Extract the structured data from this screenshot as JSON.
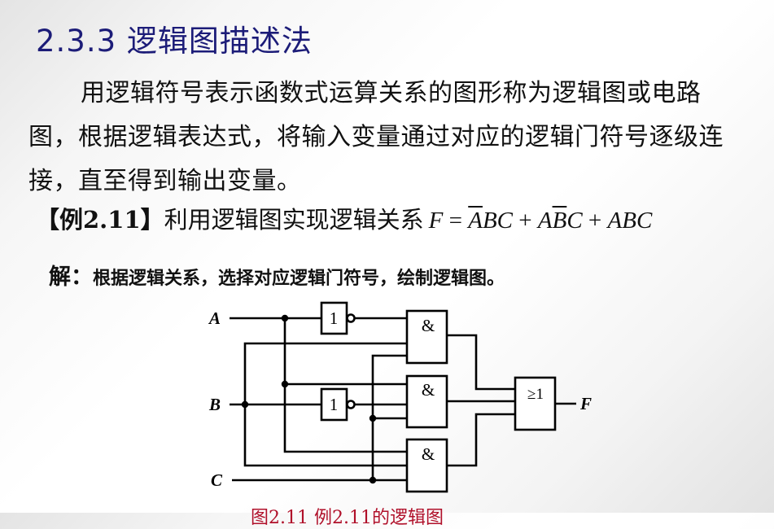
{
  "header": {
    "title": "2.3.3 逻辑图描述法"
  },
  "intro": {
    "paragraph": "用逻辑符号表示函数式运算关系的图形称为逻辑图或电路图，根据逻辑表达式，将输入变量通过对应的逻辑门符号逐级连接，直至得到输出变量。"
  },
  "example": {
    "tag": "【例2.11】",
    "text": "利用逻辑图实现逻辑关系",
    "formula": {
      "lhs": "F",
      "eq": " = ",
      "terms": [
        {
          "bar": "A",
          "rest": "BC"
        },
        {
          "pre": "A",
          "bar": "B",
          "rest": "C"
        },
        {
          "rest": "ABC"
        }
      ],
      "plus": " + "
    }
  },
  "solution": {
    "label": "解：",
    "text": "根据逻辑关系，选择对应逻辑门符号，绘制逻辑图。"
  },
  "diagram": {
    "inputs": [
      "A",
      "B",
      "C"
    ],
    "output": "F",
    "gates": {
      "not1": "1",
      "not2": "1",
      "and1": "&",
      "and2": "&",
      "and3": "&",
      "or": "≥1"
    },
    "caption": "图2.11 例2.11的逻辑图"
  },
  "colors": {
    "title": "#1c1c78",
    "text": "#111111",
    "wire": "#000000",
    "caption": "#b0102a"
  }
}
